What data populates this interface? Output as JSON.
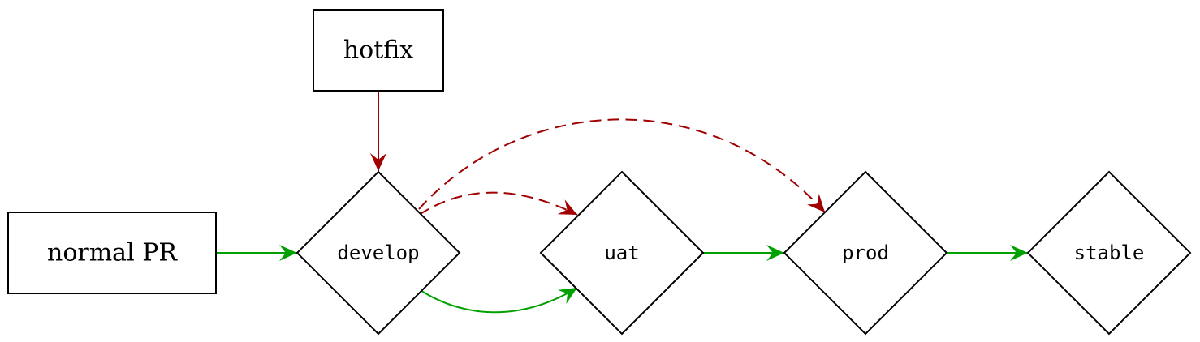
{
  "diagram": {
    "nodes": {
      "normal_pr": {
        "label": "normal PR",
        "shape": "box"
      },
      "hotfix": {
        "label": "hotfix",
        "shape": "box"
      },
      "develop": {
        "label": "develop",
        "shape": "diamond"
      },
      "uat": {
        "label": "uat",
        "shape": "diamond"
      },
      "prod": {
        "label": "prod",
        "shape": "diamond"
      },
      "stable": {
        "label": "stable",
        "shape": "diamond"
      }
    },
    "edges": [
      {
        "from": "normal PR",
        "to": "develop",
        "style": "solid",
        "color": "#00a000"
      },
      {
        "from": "hotfix",
        "to": "develop",
        "style": "solid",
        "color": "#a00000"
      },
      {
        "from": "develop",
        "to": "uat",
        "style": "solid",
        "color": "#00a000"
      },
      {
        "from": "develop",
        "to": "uat",
        "style": "dashed",
        "color": "#a00000"
      },
      {
        "from": "develop",
        "to": "prod",
        "style": "dashed",
        "color": "#a00000"
      },
      {
        "from": "uat",
        "to": "prod",
        "style": "solid",
        "color": "#00a000"
      },
      {
        "from": "prod",
        "to": "stable",
        "style": "solid",
        "color": "#00a000"
      }
    ],
    "colors": {
      "normal_flow": "#00a000",
      "hotfix_flow": "#a00000",
      "outline": "#000000"
    }
  }
}
